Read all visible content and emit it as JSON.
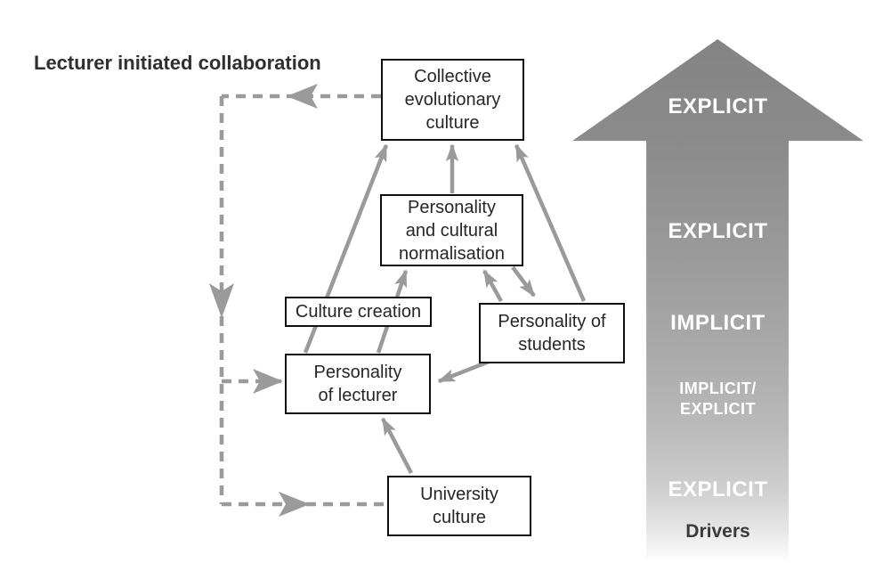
{
  "title": "Lecturer initiated collaboration",
  "nodes": {
    "collective": {
      "label": "Collective\nevolutionary\nculture"
    },
    "normalisation": {
      "label": "Personality\nand cultural\nnormalisation"
    },
    "culture_creation": {
      "label": "Culture creation"
    },
    "students": {
      "label": "Personality of\nstudents"
    },
    "lecturer": {
      "label": "Personality\nof lecturer"
    },
    "university": {
      "label": "University\nculture"
    }
  },
  "ladder": {
    "levels": [
      {
        "label": "EXPLICIT"
      },
      {
        "label": "EXPLICIT"
      },
      {
        "label": "IMPLICIT"
      },
      {
        "label": "IMPLICIT/\nEXPLICIT"
      },
      {
        "label": "EXPLICIT"
      }
    ],
    "caption": "Drivers"
  },
  "edges": [
    {
      "from": "personality-of-lecturer",
      "to": "collective-evolutionary-culture",
      "style": "solid"
    },
    {
      "from": "personality-and-cultural-normalisation",
      "to": "collective-evolutionary-culture",
      "style": "solid"
    },
    {
      "from": "personality-of-students",
      "to": "collective-evolutionary-culture",
      "style": "solid"
    },
    {
      "from": "personality-of-lecturer",
      "to": "personality-and-cultural-normalisation",
      "style": "solid"
    },
    {
      "from": "personality-of-students",
      "to": "personality-and-cultural-normalisation",
      "style": "solid"
    },
    {
      "from": "personality-and-cultural-normalisation",
      "to": "personality-of-students",
      "style": "solid"
    },
    {
      "from": "personality-of-students",
      "to": "personality-of-lecturer",
      "style": "solid"
    },
    {
      "from": "university-culture",
      "to": "personality-of-lecturer",
      "style": "solid"
    },
    {
      "from": "collective-evolutionary-culture",
      "to": "dashed-feedback-loop",
      "style": "dashed"
    },
    {
      "from": "dashed-feedback-loop",
      "to": "personality-of-lecturer",
      "style": "dashed"
    },
    {
      "from": "dashed-feedback-loop",
      "to": "university-culture",
      "style": "dashed"
    }
  ],
  "colors": {
    "arrow_gray": "#9a9a9a",
    "ladder_gradient_top": "#848484",
    "ladder_gradient_bottom": "#e4e4e4",
    "box_border": "#0f0f0f",
    "text_dark": "#262626",
    "ladder_label_white": "#ffffff",
    "drivers_text": "#3a3a3a"
  }
}
